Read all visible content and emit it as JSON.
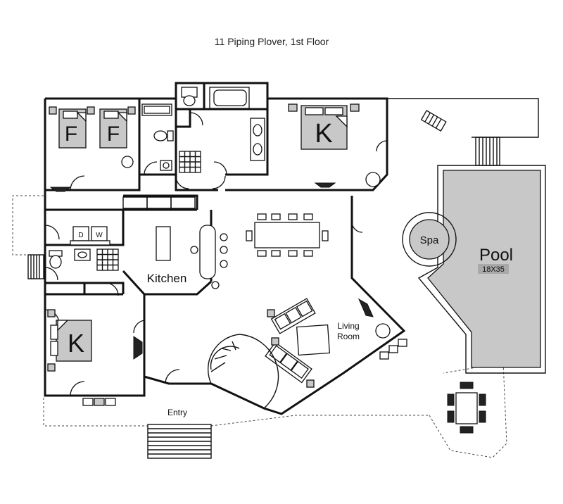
{
  "title": "11 Piping Plover, 1st Floor",
  "rooms": {
    "bunk_bed_letter_1": "F",
    "bunk_bed_letter_2": "F",
    "king_bed_letter_upper": "K",
    "king_bed_letter_lower": "K",
    "washer_letter": "W",
    "dryer_letter": "D",
    "kitchen": "Kitchen",
    "living_line1": "Living",
    "living_line2": "Room",
    "entry": "Entry",
    "spa": "Spa",
    "pool": "Pool",
    "pool_size": "18X35"
  },
  "colors": {
    "wall": "#111111",
    "bed_fill": "#c8c8c8",
    "pool_fill": "#c8c8c8",
    "deck_outline": "#444444"
  }
}
